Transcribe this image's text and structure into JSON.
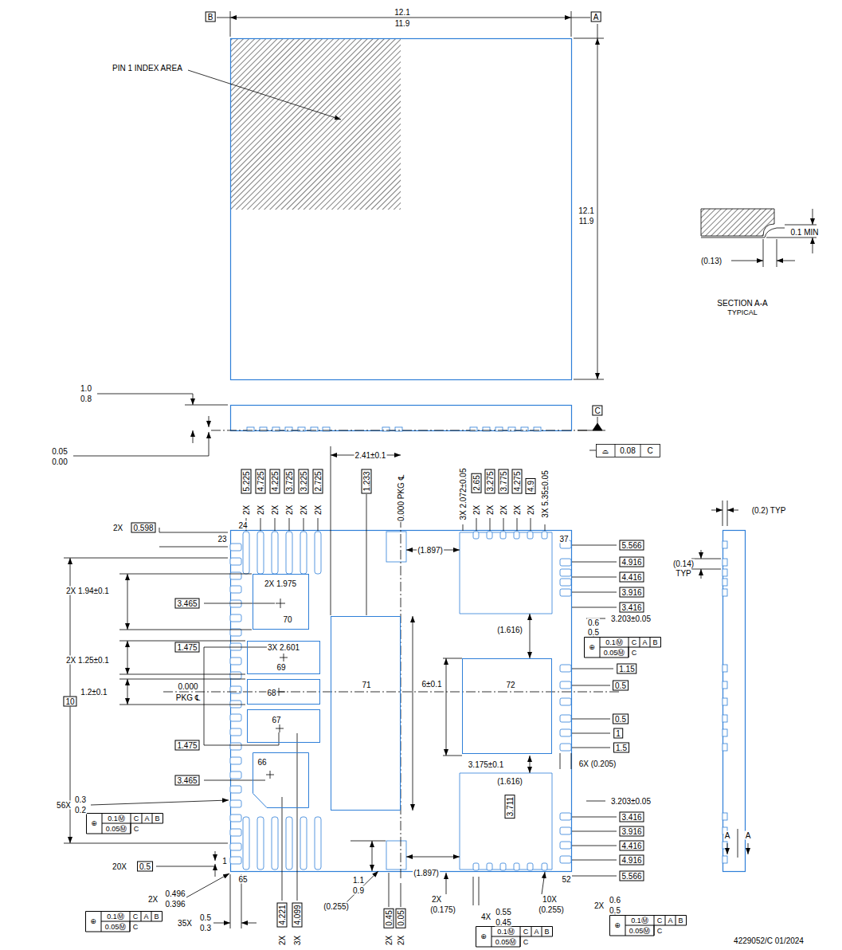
{
  "diagram": {
    "nodes": [
      {
        "text": [
          "70"
        ]
      },
      {
        "text": [
          "69"
        ]
      },
      {
        "text": [
          "68"
        ]
      },
      {
        "text": [
          "71"
        ]
      },
      {
        "text": [
          "72"
        ]
      },
      {
        "text": [
          "67"
        ]
      },
      {
        "text": [
          "66"
        ]
      }
    ],
    "labels": [
      "B",
      "12.1",
      "11.9",
      "A",
      "PIN 1 INDEX AREA",
      "12.1",
      "11.9",
      "0.1 MIN",
      "(0.13)",
      "SECTION A-A",
      "TYPICAL",
      "1.0",
      "0.8",
      "0.05",
      "0.00",
      "C",
      "⌓",
      "0.08",
      "C",
      "2X",
      "5.225",
      "2X",
      "4.725",
      "2X",
      "4.225",
      "2X",
      "3.725",
      "2X",
      "3.225",
      "2X",
      "2.725",
      "1.233",
      "2.41±0.1",
      "0.000 PKG ℄",
      "3X 2.072±0.05",
      "2X",
      "2.65",
      "2X",
      "3.275",
      "2X",
      "3.775",
      "2X",
      "4.275",
      "2X",
      "4.9",
      "3X 5.35±0.05",
      "2X",
      "0.598",
      "23",
      "24",
      "(1.897)",
      "37",
      "5.566",
      "4.916",
      "4.416",
      "3.916",
      "3.416",
      "3.203±0.05",
      "2X 1.94±0.1",
      "3.465",
      "2X 1.975",
      "(1.616)",
      "0.6",
      "0.5",
      "⊕",
      "0.1Ⓜ",
      "C",
      "A",
      "B",
      "0.05Ⓜ",
      "C",
      "2X 1.25±0.1",
      "1.475",
      "3X 2.601",
      "1.15",
      "0.5",
      "6±0.1",
      "1.2±0.1",
      "0.000",
      "PKG ℄",
      "10",
      "0.5",
      "1",
      "1.5",
      "1.475",
      "3.175±0.1",
      "6X (0.205)",
      "(1.616)",
      "3.465",
      "3.203±0.05",
      "3.711",
      "3.416",
      "3.916",
      "4.416",
      "4.916",
      "5.566",
      "56X",
      "0.3",
      "0.2",
      "⊕",
      "0.1Ⓜ",
      "C",
      "A",
      "B",
      "0.05Ⓜ",
      "C",
      "1",
      "20X",
      "0.5",
      "65",
      "1.1",
      "0.9",
      "(1.897)",
      "52",
      "2X",
      "0.496",
      "0.396",
      "⊕",
      "0.1Ⓜ",
      "C",
      "A",
      "B",
      "0.05Ⓜ",
      "C",
      "35X",
      "0.5",
      "0.3",
      "(0.255)",
      "2X",
      "(0.175)",
      "10X",
      "(0.255)",
      "2X",
      "0.6",
      "0.5",
      "⊕",
      "0.1Ⓜ",
      "C",
      "A",
      "B",
      "0.05Ⓜ",
      "C",
      "2X",
      "4.221",
      "3X",
      "4.099",
      "2X",
      "0.45",
      "2X",
      "0.05",
      "4X",
      "0.55",
      "0.45",
      "⊕",
      "0.1Ⓜ",
      "C",
      "A",
      "B",
      "0.05Ⓜ",
      "C",
      "(0.2) TYP",
      "(0.14)",
      "TYP",
      "A",
      "A",
      "4229052/C 01/2024"
    ]
  }
}
